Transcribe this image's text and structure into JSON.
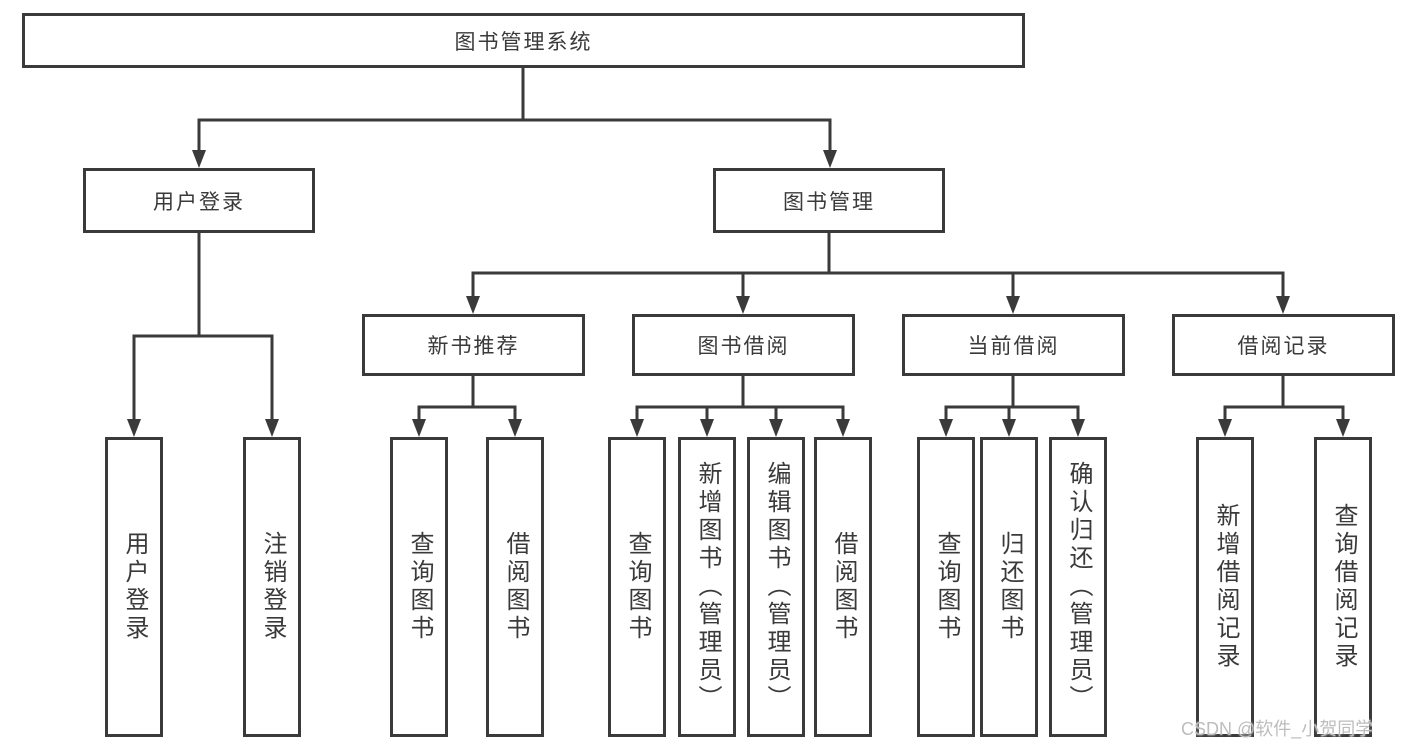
{
  "diagram": {
    "title": "图书管理系统",
    "type": "tree"
  },
  "colors": {
    "line": "#3a3a3a",
    "border": "#3a3a3a",
    "text": "#3a3a3a",
    "watermark": "#bdbdbd",
    "background": "#ffffff"
  },
  "nodes": {
    "root": "图书管理系统",
    "user_login_group": "用户登录",
    "book_mgmt_group": "图书管理",
    "new_book_rec": "新书推荐",
    "book_borrow": "图书借阅",
    "current_borrow": "当前借阅",
    "borrow_records": "借阅记录",
    "leaf_user_login": "用户登录",
    "leaf_logout": "注销登录",
    "leaf_nb_query": "查询图书",
    "leaf_nb_borrow": "借阅图书",
    "leaf_bb_query": "查询图书",
    "leaf_bb_add": "新增图书（管理员）",
    "leaf_bb_edit": "编辑图书（管理员）",
    "leaf_bb_borrow": "借阅图书",
    "leaf_cb_query": "查询图书",
    "leaf_cb_return": "归还图书",
    "leaf_cb_confirm": "确认归还（管理员）",
    "leaf_br_add": "新增借阅记录",
    "leaf_br_query": "查询借阅记录"
  },
  "edges": [
    [
      "图书管理系统",
      "用户登录"
    ],
    [
      "图书管理系统",
      "图书管理"
    ],
    [
      "用户登录",
      "用户登录"
    ],
    [
      "用户登录",
      "注销登录"
    ],
    [
      "图书管理",
      "新书推荐"
    ],
    [
      "图书管理",
      "图书借阅"
    ],
    [
      "图书管理",
      "当前借阅"
    ],
    [
      "图书管理",
      "借阅记录"
    ],
    [
      "新书推荐",
      "查询图书"
    ],
    [
      "新书推荐",
      "借阅图书"
    ],
    [
      "图书借阅",
      "查询图书"
    ],
    [
      "图书借阅",
      "新增图书（管理员）"
    ],
    [
      "图书借阅",
      "编辑图书（管理员）"
    ],
    [
      "图书借阅",
      "借阅图书"
    ],
    [
      "当前借阅",
      "查询图书"
    ],
    [
      "当前借阅",
      "归还图书"
    ],
    [
      "当前借阅",
      "确认归还（管理员）"
    ],
    [
      "借阅记录",
      "新增借阅记录"
    ],
    [
      "借阅记录",
      "查询借阅记录"
    ]
  ],
  "watermark": "CSDN @软件_小贺同学"
}
